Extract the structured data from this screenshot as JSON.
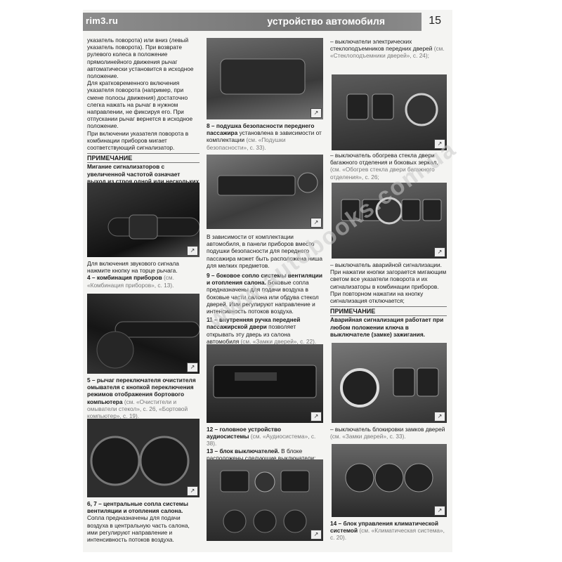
{
  "header": {
    "site": "rim3.ru",
    "section": "устройство автомобиля",
    "page_number": "15"
  },
  "col1": {
    "p1": "указатель поворота) или вниз (левый указатель поворота). При возврате рулевого колеса в положение прямолинейного движения рычаг автоматически установится в исходное положение.",
    "p2": "Для кратковременного включения указателя поворота (например, при смене полосы движения) достаточно слегка нажать на рычаг в нужном направлении, не фиксируя его. При отпускании рычаг вернется в исходное положение.",
    "p3": "При включении указателя поворота в комбинации приборов мигает соответствующий сигнализатор.",
    "note_title": "ПРИМЕЧАНИЕ",
    "note_text": "Мигание сигнализаторов с увеличенной частотой означает выход из строя одной или нескольких ламп указателя поворота.",
    "caption_horn": "Для включения звукового сигнала нажмите кнопку на торце рычага.",
    "item4_bold": "4 – комбинация приборов",
    "item4_ref": "(см. «Комбинация приборов», с. 13).",
    "item5_bold": "5 – рычаг переключателя очистителя омывателя с кнопкой переключения режимов отображения бортового компьютера",
    "item5_ref": "(см. «Очистители и омыватели стекол», с. 26, «Бортовой компьютер», с. 19).",
    "item67_bold": "6, 7 – центральные сопла системы вентиляции и отопления салона.",
    "item67_text": "Сопла предназначены для подачи воздуха в центральную часть салона, ими регулируют направление и интенсивность потоков воздуха."
  },
  "col2": {
    "item8_bold": "8 – подушка безопасности переднего пассажира",
    "item8_text": "установлена в зависимости от комплектации",
    "item8_ref": "(см. «Подушки безопасности», с. 33).",
    "p_niche": "В зависимости от комплектации автомобиля, в панели приборов вместо подушки безопасности для переднего пассажира может быть расположена ниша для мелких предметов.",
    "item9_bold": "9 – боковое сопло системы вентиляции и отопления салона.",
    "item9_text": "Боковые сопла предназначены для подачи воздуха в боковые части салона или обдува стекол дверей. Ими регулируют направление и интенсивность потоков воздуха.",
    "item11_bold": "11 – внутренняя ручка передней пассажирской двери",
    "item11_text": "позволяет открывать эту дверь из салона автомобиля",
    "item11_ref": "(см. «Замки дверей», с. 22).",
    "item12_bold": "12 – головное устройство аудиосистемы",
    "item12_ref": "(см. «Аудиосистема», с. 38).",
    "item13_bold": "13 – блок выключателей.",
    "item13_text": "В блоке расположены следующие выключатели:"
  },
  "col3": {
    "sw_windows": "– выключатели электрических стеклоподъемников передних дверей",
    "sw_windows_ref": "(см. «Стеклоподъемники дверей», с. 24);",
    "sw_heat": "– выключатель обогрева стекла двери багажного отделения и боковых зеркал,",
    "sw_heat_ref": "(см. «Обогрев стекла двери багажного отделения», с. 26;",
    "sw_hazard": "– выключатель аварийной сигнализации. При нажатии кнопки загорается мигающим светом все указатели поворота и их сигнализаторы в комбинации приборов. При повторном нажатии на кнопку сигнализация отключается;",
    "note_title": "ПРИМЕЧАНИЕ",
    "note_text": "Аварийная сигнализация работает при любом положении ключа в выключателе (замке) зажигания.",
    "sw_lock": "– выключатель блокировки замков дверей",
    "sw_lock_ref": "(см. «Замки дверей», с. 33).",
    "item14_bold": "14 – блок управления климатической системой",
    "item14_ref": "(см. «Климатическая система», с. 20)."
  },
  "watermark": "www.autobooks.com.ua",
  "photo_mark": "↗"
}
